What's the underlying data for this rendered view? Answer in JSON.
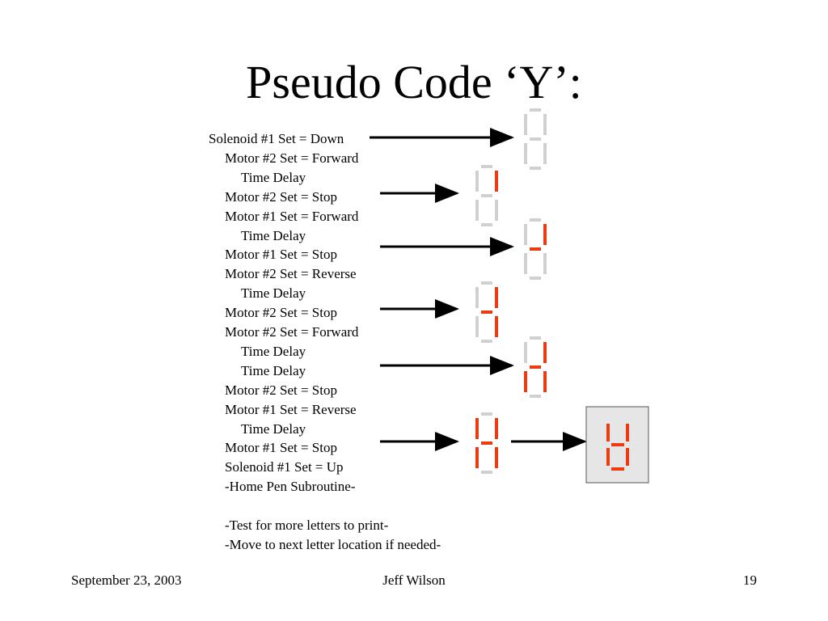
{
  "slide": {
    "title": "Pseudo Code ‘Y’:",
    "lines": [
      {
        "text": "Solenoid #1 Set = Down",
        "indent": 0
      },
      {
        "text": "Motor #2 Set = Forward",
        "indent": 1
      },
      {
        "text": "Time Delay",
        "indent": 2
      },
      {
        "text": "Motor #2 Set = Stop",
        "indent": 1
      },
      {
        "text": "Motor #1 Set = Forward",
        "indent": 1
      },
      {
        "text": "Time Delay",
        "indent": 2
      },
      {
        "text": "Motor #1 Set = Stop",
        "indent": 1
      },
      {
        "text": "Motor #2 Set = Reverse",
        "indent": 1
      },
      {
        "text": "Time Delay",
        "indent": 2
      },
      {
        "text": "Motor #2 Set = Stop",
        "indent": 1
      },
      {
        "text": "Motor #2 Set = Forward",
        "indent": 1
      },
      {
        "text": "Time Delay",
        "indent": 2
      },
      {
        "text": "Time Delay",
        "indent": 2
      },
      {
        "text": "Motor #2 Set = Stop",
        "indent": 1
      },
      {
        "text": "Motor #1 Set = Reverse",
        "indent": 1
      },
      {
        "text": "Time Delay",
        "indent": 2
      },
      {
        "text": "Motor #1 Set = Stop",
        "indent": 1
      },
      {
        "text": "Solenoid #1 Set = Up",
        "indent": 1
      },
      {
        "text": "-Home Pen Subroutine-",
        "indent": 1
      },
      {
        "text": "",
        "indent": 1
      },
      {
        "text": "-Test for more letters to print-",
        "indent": 1
      },
      {
        "text": "-Move to next letter location if needed-",
        "indent": 1
      }
    ]
  },
  "footer": {
    "date": "September 23, 2003",
    "author": "Jeff Wilson",
    "page": "19"
  },
  "display_steps": [
    {
      "line": 0,
      "lit": []
    },
    {
      "line": 3,
      "lit": [
        "b"
      ]
    },
    {
      "line": 6,
      "lit": [
        "b",
        "g"
      ]
    },
    {
      "line": 9,
      "lit": [
        "b",
        "g",
        "c"
      ]
    },
    {
      "line": 13,
      "lit": [
        "b",
        "g",
        "c",
        "e"
      ]
    },
    {
      "line": 16,
      "lit": [
        "b",
        "g",
        "c",
        "e",
        "f"
      ]
    }
  ],
  "colors": {
    "lit_segment": "#ee3a10",
    "unlit_segment": "#d0d0d0",
    "final_panel": "#e6e6e6",
    "arrow": "#000000"
  }
}
